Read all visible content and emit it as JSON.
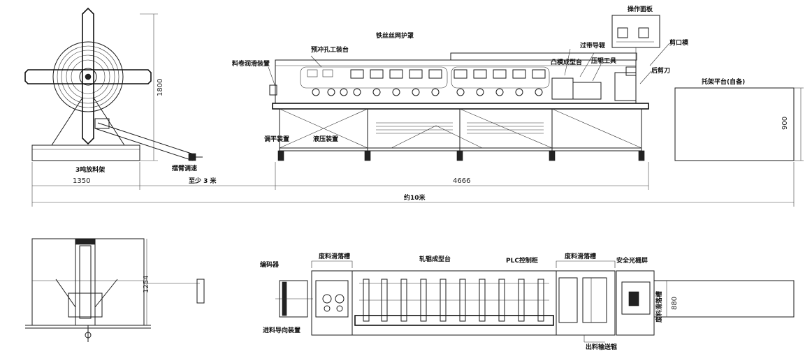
{
  "labels": {
    "control_panel": "操作面板",
    "guard": "铁丝丝网护罩",
    "punch_station": "预冲孔工装台",
    "coil_lube": "料卷润滑装置",
    "guide_roll": "过带导辊",
    "main_former": "凸模成型台",
    "press_tool": "压辊工具",
    "shear_die": "剪口模",
    "rear_cutter": "后剪刀",
    "pallet": "托架平台(自备)",
    "leveler": "调平装置",
    "hydraulic": "液压装置",
    "decoiler": "3吨放料架",
    "tension_arm": "摆臂调速",
    "encoder": "编码器",
    "waste_chute": "废料滑落槽",
    "roll_former": "轧辊成型台",
    "plc": "PLC控制柜",
    "waste_chute2": "废料滑落槽",
    "safety_screen": "安全光栅屏",
    "feed_guide": "进料导向装置",
    "out_conveyor": "出料输送辊",
    "discharge_chute": "废料滑落槽"
  },
  "dimensions": {
    "decoiler_height": "1800",
    "decoiler_width": "1350",
    "min_gap": "至少 3 米",
    "machine_length": "4666",
    "total_length": "约10米",
    "pallet_height": "900",
    "side_height": "1254",
    "plan_width": "880"
  }
}
